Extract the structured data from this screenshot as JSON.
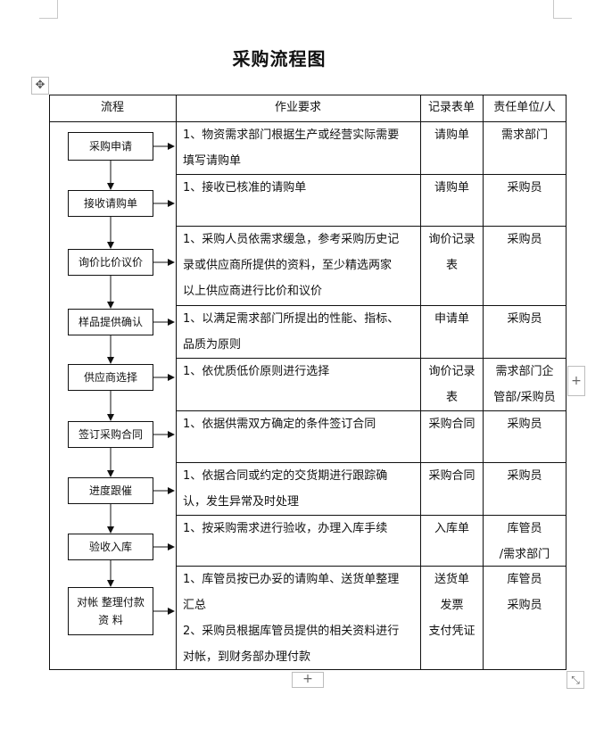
{
  "title": "采购流程图",
  "headers": {
    "flow": "流程",
    "requirement": "作业要求",
    "record": "记录表单",
    "responsible": "责任单位/人"
  },
  "rows": [
    {
      "step": "采购申请",
      "requirement": [
        "1、物资需求部门根据生产或经营实际需要",
        "填写请购单"
      ],
      "record": [
        "请购单"
      ],
      "responsible": [
        "需求部门"
      ]
    },
    {
      "step": "接收请购单",
      "requirement": [
        "1、接收已核准的请购单"
      ],
      "record": [
        "请购单"
      ],
      "responsible": [
        "采购员"
      ]
    },
    {
      "step": "询价比价议价",
      "requirement": [
        "1、采购人员依需求缓急，参考采购历史记",
        "录或供应商所提供的资料，至少精选两家",
        "以上供应商进行比价和议价"
      ],
      "record": [
        "询价记录",
        "表"
      ],
      "responsible": [
        "采购员"
      ]
    },
    {
      "step": "样品提供确认",
      "requirement": [
        "1、以满足需求部门所提出的性能、指标、",
        "品质为原则"
      ],
      "record": [
        "申请单"
      ],
      "responsible": [
        "采购员"
      ]
    },
    {
      "step": "供应商选择",
      "requirement": [
        "1、依优质低价原则进行选择"
      ],
      "record": [
        "询价记录",
        "表"
      ],
      "responsible": [
        "需求部门企",
        "管部/采购员"
      ]
    },
    {
      "step": "签订采购合同",
      "requirement": [
        "1、依据供需双方确定的条件签订合同"
      ],
      "record": [
        "采购合同"
      ],
      "responsible": [
        "采购员"
      ]
    },
    {
      "step": "进度跟催",
      "requirement": [
        "1、依据合同或约定的交货期进行跟踪确",
        "认，发生异常及时处理"
      ],
      "record": [
        "采购合同"
      ],
      "responsible": [
        "采购员"
      ]
    },
    {
      "step": "验收入库",
      "requirement": [
        "1、按采购需求进行验收，办理入库手续"
      ],
      "record": [
        "入库单"
      ],
      "responsible": [
        "库管员",
        "/需求部门"
      ]
    },
    {
      "step": "对帐 整理付款\n资  料",
      "requirement": [
        "1、库管员按已办妥的请购单、送货单整理",
        "汇总",
        "2、采购员根据库管员提供的相关资料进行",
        "对帐，到财务部办理付款"
      ],
      "record": [
        "送货单",
        "发票",
        "支付凭证"
      ],
      "responsible": [
        "库管员",
        "采购员"
      ]
    }
  ],
  "ui": {
    "move_icon": "move-icon",
    "add_icon": "plus-icon",
    "resize_icon": "resize-icon"
  }
}
